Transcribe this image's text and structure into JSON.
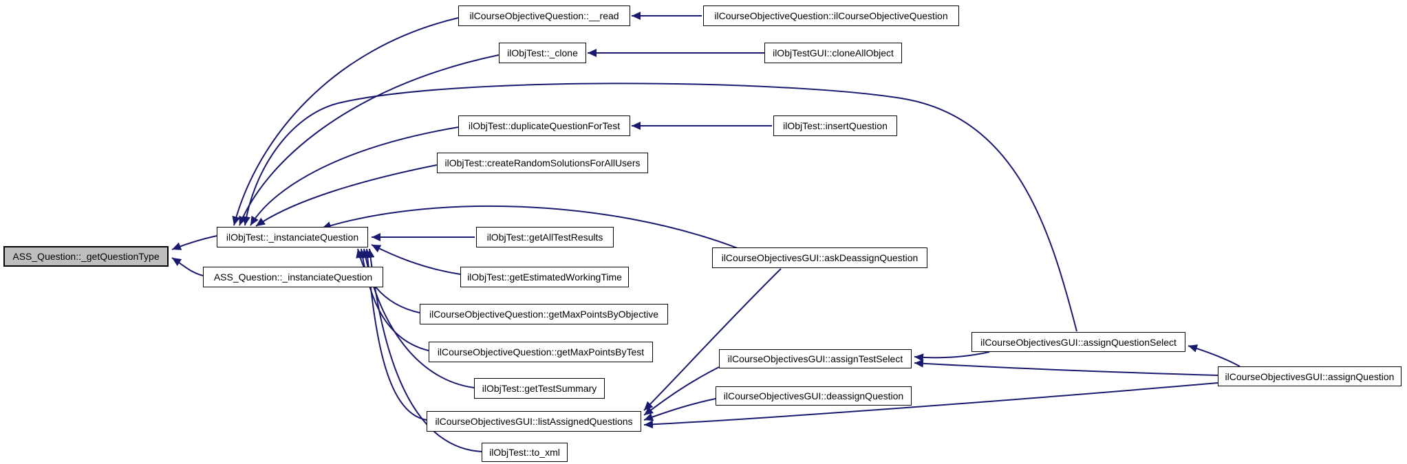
{
  "diagram": {
    "kind": "caller-graph",
    "focus_function": "ASS_Question::_getQuestionType",
    "colors": {
      "edge": "#191970",
      "node_border": "#000000",
      "node_fill": "#ffffff",
      "focus_node_fill": "#bebebe",
      "text": "#000000",
      "background": "#ffffff"
    },
    "nodes": [
      {
        "id": 0,
        "label": "ASS_Question::_getQuestionType",
        "focus": true
      },
      {
        "id": 1,
        "label": "ilObjTest::_instanciateQuestion"
      },
      {
        "id": 2,
        "label": "ASS_Question::_instanciateQuestion"
      },
      {
        "id": 3,
        "label": "ilCourseObjectiveQuestion::__read"
      },
      {
        "id": 4,
        "label": "ilCourseObjectiveQuestion::ilCourseObjectiveQuestion"
      },
      {
        "id": 5,
        "label": "ilObjTest::_clone"
      },
      {
        "id": 6,
        "label": "ilObjTestGUI::cloneAllObject"
      },
      {
        "id": 7,
        "label": "ilObjTest::duplicateQuestionForTest"
      },
      {
        "id": 8,
        "label": "ilObjTest::insertQuestion"
      },
      {
        "id": 9,
        "label": "ilObjTest::createRandomSolutionsForAllUsers"
      },
      {
        "id": 10,
        "label": "ilObjTest::getAllTestResults"
      },
      {
        "id": 11,
        "label": "ilObjTest::getEstimatedWorkingTime"
      },
      {
        "id": 12,
        "label": "ilCourseObjectivesGUI::askDeassignQuestion"
      },
      {
        "id": 13,
        "label": "ilCourseObjectiveQuestion::getMaxPointsByObjective"
      },
      {
        "id": 14,
        "label": "ilCourseObjectiveQuestion::getMaxPointsByTest"
      },
      {
        "id": 15,
        "label": "ilObjTest::getTestSummary"
      },
      {
        "id": 16,
        "label": "ilCourseObjectivesGUI::listAssignedQuestions"
      },
      {
        "id": 17,
        "label": "ilObjTest::to_xml"
      },
      {
        "id": 18,
        "label": "ilCourseObjectivesGUI::assignQuestionSelect"
      },
      {
        "id": 19,
        "label": "ilCourseObjectivesGUI::assignTestSelect"
      },
      {
        "id": 20,
        "label": "ilCourseObjectivesGUI::deassignQuestion"
      },
      {
        "id": 21,
        "label": "ilCourseObjectivesGUI::assignQuestion"
      }
    ],
    "edges": [
      {
        "from": "ilObjTest::_instanciateQuestion",
        "to": "ASS_Question::_getQuestionType"
      },
      {
        "from": "ASS_Question::_instanciateQuestion",
        "to": "ASS_Question::_getQuestionType"
      },
      {
        "from": "ilCourseObjectiveQuestion::__read",
        "to": "ilObjTest::_instanciateQuestion"
      },
      {
        "from": "ilObjTest::_clone",
        "to": "ilObjTest::_instanciateQuestion"
      },
      {
        "from": "ilObjTest::duplicateQuestionForTest",
        "to": "ilObjTest::_instanciateQuestion"
      },
      {
        "from": "ilObjTest::createRandomSolutionsForAllUsers",
        "to": "ilObjTest::_instanciateQuestion"
      },
      {
        "from": "ilObjTest::getAllTestResults",
        "to": "ilObjTest::_instanciateQuestion"
      },
      {
        "from": "ilObjTest::getEstimatedWorkingTime",
        "to": "ilObjTest::_instanciateQuestion"
      },
      {
        "from": "ilCourseObjectiveQuestion::getMaxPointsByObjective",
        "to": "ilObjTest::_instanciateQuestion"
      },
      {
        "from": "ilCourseObjectiveQuestion::getMaxPointsByTest",
        "to": "ilObjTest::_instanciateQuestion"
      },
      {
        "from": "ilObjTest::getTestSummary",
        "to": "ilObjTest::_instanciateQuestion"
      },
      {
        "from": "ilCourseObjectivesGUI::listAssignedQuestions",
        "to": "ilObjTest::_instanciateQuestion"
      },
      {
        "from": "ilObjTest::to_xml",
        "to": "ilObjTest::_instanciateQuestion"
      },
      {
        "from": "ilCourseObjectivesGUI::askDeassignQuestion",
        "to": "ilObjTest::_instanciateQuestion"
      },
      {
        "from": "ilCourseObjectivesGUI::assignQuestionSelect",
        "to": "ilObjTest::_instanciateQuestion"
      },
      {
        "from": "ilCourseObjectiveQuestion::ilCourseObjectiveQuestion",
        "to": "ilCourseObjectiveQuestion::__read"
      },
      {
        "from": "ilObjTestGUI::cloneAllObject",
        "to": "ilObjTest::_clone"
      },
      {
        "from": "ilObjTest::insertQuestion",
        "to": "ilObjTest::duplicateQuestionForTest"
      },
      {
        "from": "ilCourseObjectivesGUI::askDeassignQuestion",
        "to": "ilCourseObjectivesGUI::listAssignedQuestions"
      },
      {
        "from": "ilCourseObjectivesGUI::assignTestSelect",
        "to": "ilCourseObjectivesGUI::listAssignedQuestions"
      },
      {
        "from": "ilCourseObjectivesGUI::deassignQuestion",
        "to": "ilCourseObjectivesGUI::listAssignedQuestions"
      },
      {
        "from": "ilCourseObjectivesGUI::assignQuestion",
        "to": "ilCourseObjectivesGUI::listAssignedQuestions"
      },
      {
        "from": "ilCourseObjectivesGUI::assignQuestionSelect",
        "to": "ilCourseObjectivesGUI::assignTestSelect"
      },
      {
        "from": "ilCourseObjectivesGUI::assignQuestion",
        "to": "ilCourseObjectivesGUI::assignTestSelect"
      },
      {
        "from": "ilCourseObjectivesGUI::assignQuestion",
        "to": "ilCourseObjectivesGUI::assignQuestionSelect"
      }
    ]
  }
}
